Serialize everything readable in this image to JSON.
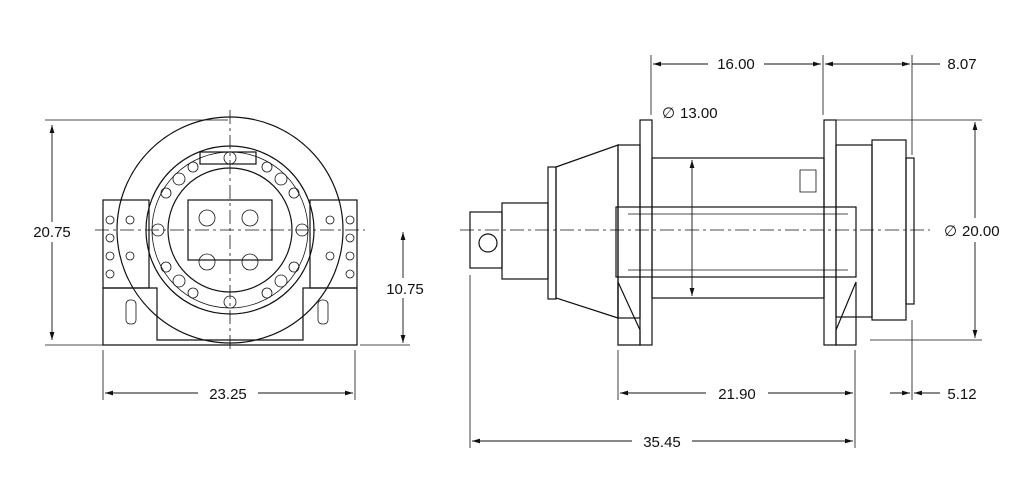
{
  "drawing": {
    "front_view": {
      "overall_height": "20.75",
      "centerline_height": "10.75",
      "base_width": "23.25"
    },
    "side_view": {
      "drum_length": "16.00",
      "brake_offset": "8.07",
      "drum_diameter": "13.00",
      "flange_diameter": "20.00",
      "mount_spacing": "21.90",
      "brake_length": "5.12",
      "overall_length": "35.45",
      "diameter_symbol": "∅"
    }
  }
}
